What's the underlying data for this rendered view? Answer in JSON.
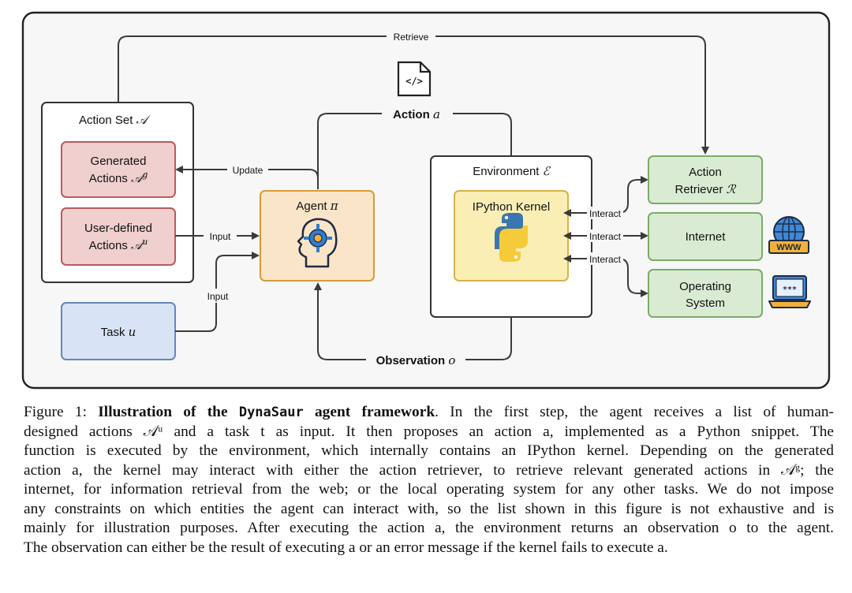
{
  "figure": {
    "retrieve_label": "Retrieve",
    "action_set": {
      "label": "Action Set",
      "symbol": "𝒜"
    },
    "generated_actions": {
      "line1": "Generated",
      "line2": "Actions",
      "symbol": "𝒜",
      "sup": "g"
    },
    "user_defined_actions": {
      "line1": "User-defined",
      "line2": "Actions",
      "symbol": "𝒜",
      "sup": "u"
    },
    "task": {
      "label": "Task",
      "symbol": "u"
    },
    "update_label": "Update",
    "input_label_1": "Input",
    "input_label_2": "Input",
    "action": {
      "label": "Action",
      "symbol": "a"
    },
    "agent": {
      "label": "Agent",
      "symbol": "π"
    },
    "observation": {
      "label": "Observation",
      "symbol": "o"
    },
    "environment": {
      "label": "Environment",
      "symbol": "ℰ"
    },
    "ipython_kernel": "IPython Kernel",
    "interact_1": "Interact",
    "interact_2": "Interact",
    "interact_3": "Interact",
    "action_retriever": {
      "line1": "Action",
      "line2": "Retriever",
      "symbol": "ℛ"
    },
    "internet": "Internet",
    "operating_system": {
      "line1": "Operating",
      "line2": "System"
    },
    "www_text": "WWW",
    "laptop_text": "***",
    "code_icon_text": "</>"
  },
  "caption": {
    "l1_prefix": "Figure 1: ",
    "l1_bold_a": "Illustration of the ",
    "l1_mono": "DynaSaur",
    "l1_bold_b": " agent framework",
    "l1_rest": ". In the first step, the agent receives a list of human-",
    "l2": "designed actions 𝒜ᵘ and a task t as input. It then proposes an action a, implemented as a Python snippet. The",
    "l3": "function is executed by the environment, which internally contains an IPython kernel. Depending on the generated",
    "l4": "action a, the kernel may interact with either the action retriever, to retrieve relevant generated actions in 𝒜ᵍ; the",
    "l5": "internet, for information retrieval from the web; or the local operating system for any other tasks. We do not impose",
    "l6": "any constraints on which entities the agent can interact with, so the list shown in this figure is not exhaustive and is",
    "l7": "mainly for illustration purposes. After executing the action a, the environment returns an observation o to the agent.",
    "l8": "The observation can either be the result of executing a or an error message if the kernel fails to execute a."
  }
}
